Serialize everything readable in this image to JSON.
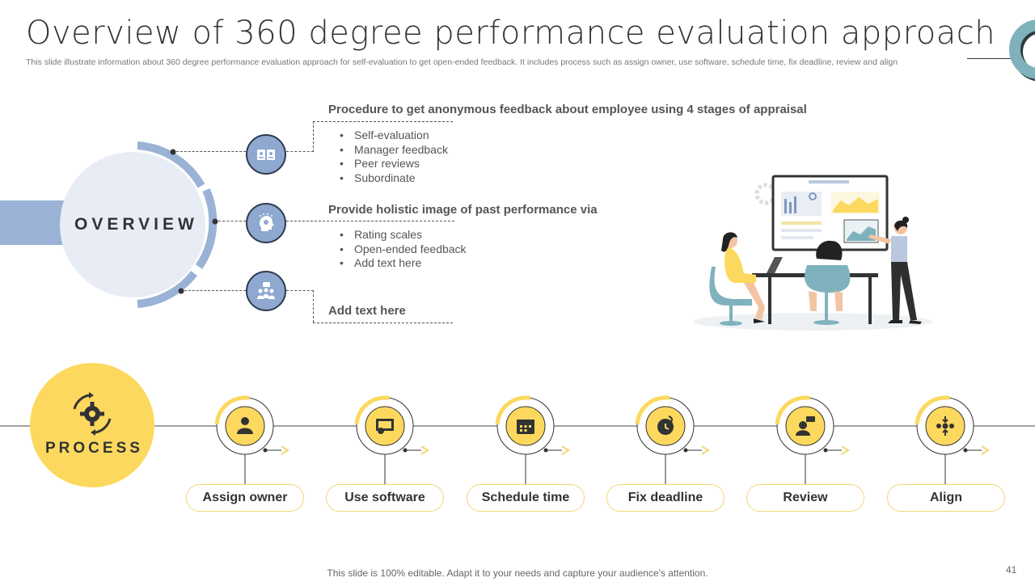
{
  "title": "Overview of 360 degree performance evaluation approach",
  "subtitle": "This slide illustrate information about 360 degree performance evaluation approach for self-evaluation to get open-ended feedback. It includes process such as assign owner, use software, schedule time, fix deadline, review and align",
  "overview": {
    "label": "OVERVIEW",
    "sections": [
      {
        "heading": "Procedure to get anonymous feedback about employee using 4 stages of appraisal",
        "bullets": [
          "Self-evaluation",
          "Manager feedback",
          "Peer reviews",
          "Subordinate"
        ],
        "icon": "id-cards-icon"
      },
      {
        "heading": "Provide holistic image of past performance via",
        "bullets": [
          "Rating scales",
          "Open-ended feedback",
          "Add text here"
        ],
        "icon": "head-thinking-icon"
      },
      {
        "heading": "Add text here",
        "bullets": [],
        "icon": "team-meeting-icon"
      }
    ]
  },
  "process": {
    "label": "PROCESS",
    "steps": [
      {
        "label": "Assign owner",
        "icon": "person-owner-icon"
      },
      {
        "label": "Use software",
        "icon": "software-screen-icon"
      },
      {
        "label": "Schedule time",
        "icon": "calendar-icon"
      },
      {
        "label": "Fix deadline",
        "icon": "alarm-clock-icon"
      },
      {
        "label": "Review",
        "icon": "reviewer-icon"
      },
      {
        "label": "Align",
        "icon": "align-arrows-icon"
      }
    ]
  },
  "colors": {
    "accent_blue": "#8ea8d0",
    "light_blue": "#e8edf5",
    "accent_yellow": "#fcd95e",
    "teal": "#7fb2bd",
    "dark": "#333333"
  },
  "footer": "This slide is 100% editable. Adapt it to your needs and capture your audience's attention.",
  "page_number": "41"
}
